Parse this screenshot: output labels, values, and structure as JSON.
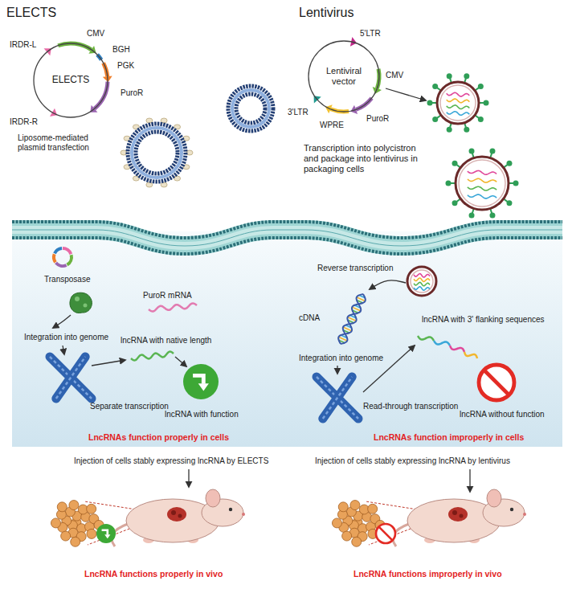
{
  "diagram": {
    "nodes": [
      {
        "text": [
          "ELECTS"
        ]
      },
      {
        "text": [
          "Lentiviral vector"
        ]
      }
    ],
    "labels": [
      "ELECTS",
      "Lentivirus",
      "CMV",
      "IRDR-L",
      "BGH",
      "PGK",
      "PuroR",
      "IRDR-R",
      "Liposome-mediated plasmid transfection",
      "5'LTR",
      "CMV",
      "PuroR",
      "3'LTR",
      "WPRE",
      "Transcription into polycistron and package into lentivirus in packaging cells",
      "Transposase",
      "PuroR mRNA",
      "Integration into genome",
      "lncRNA with native length",
      "Separate transcription",
      "lncRNA with function",
      "Reverse transcription",
      "cDNA",
      "Integration into genome",
      "lncRNA with 3' flanking sequences",
      "Read-through transcription",
      "lncRNA without function",
      "LncRNAs function properly in cells",
      "LncRNAs function improperly in cells",
      "Injection of cells stably expressing lncRNA by ELECTS",
      "Injection of cells stably expressing lncRNA by lentivirus",
      "LncRNA functions properly in vivo",
      "LncRNA functions improperly in vivo"
    ]
  }
}
